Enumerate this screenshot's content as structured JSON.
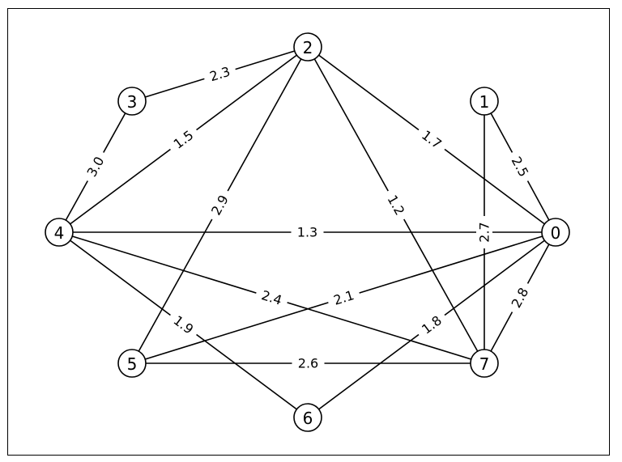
{
  "graph": {
    "nodes": [
      "0",
      "1",
      "2",
      "3",
      "4",
      "5",
      "6",
      "7"
    ],
    "edges": [
      {
        "source": "2",
        "target": "3",
        "weight": "2.3"
      },
      {
        "source": "3",
        "target": "4",
        "weight": "3.0"
      },
      {
        "source": "4",
        "target": "2",
        "weight": "1.5"
      },
      {
        "source": "2",
        "target": "5",
        "weight": "2.9"
      },
      {
        "source": "2",
        "target": "7",
        "weight": "1.2"
      },
      {
        "source": "2",
        "target": "0",
        "weight": "1.7"
      },
      {
        "source": "1",
        "target": "0",
        "weight": "2.5"
      },
      {
        "source": "1",
        "target": "7",
        "weight": "2.7"
      },
      {
        "source": "4",
        "target": "0",
        "weight": "1.3"
      },
      {
        "source": "4",
        "target": "7",
        "weight": "2.4"
      },
      {
        "source": "5",
        "target": "0",
        "weight": "2.1"
      },
      {
        "source": "4",
        "target": "6",
        "weight": "1.9"
      },
      {
        "source": "6",
        "target": "0",
        "weight": "1.8"
      },
      {
        "source": "5",
        "target": "7",
        "weight": "2.6"
      },
      {
        "source": "7",
        "target": "0",
        "weight": "2.8"
      }
    ]
  },
  "colors": {
    "edge": "#000000",
    "node_fill": "#ffffff",
    "node_stroke": "#000000"
  }
}
